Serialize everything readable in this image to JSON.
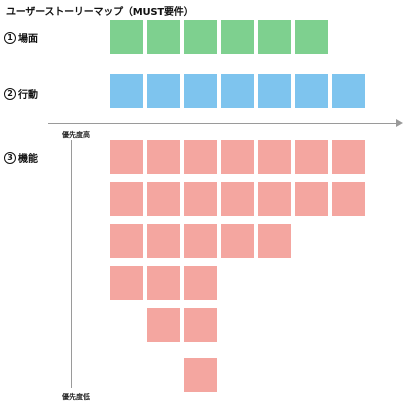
{
  "title": "ユーザーストーリーマップ（MUST要件）",
  "rows": [
    {
      "num": "1",
      "label": "場面"
    },
    {
      "num": "2",
      "label": "行動"
    },
    {
      "num": "3",
      "label": "機能"
    }
  ],
  "priority": {
    "high": "優先度高",
    "low": "優先度低"
  },
  "notes": {
    "scene": [
      "",
      "",
      "",
      "",
      "",
      ""
    ],
    "action": [
      "",
      "",
      "",
      "",
      "",
      "",
      "",
      "",
      ""
    ],
    "func": {
      "col1": [
        "",
        "",
        "",
        "",
        ""
      ],
      "col2": [
        "",
        "",
        "",
        "",
        "",
        ""
      ],
      "col3": [
        "",
        "",
        "",
        "",
        "",
        "",
        ""
      ],
      "col4": [
        "",
        "",
        ""
      ],
      "col5": [
        "",
        ""
      ],
      "col6": [
        "",
        ""
      ],
      "col7": [
        "",
        ""
      ]
    }
  },
  "colors": {
    "scene": "#7ed08f",
    "action": "#7ec4ee",
    "function": "#f4a6a0",
    "axis": "#9a9a9a"
  }
}
